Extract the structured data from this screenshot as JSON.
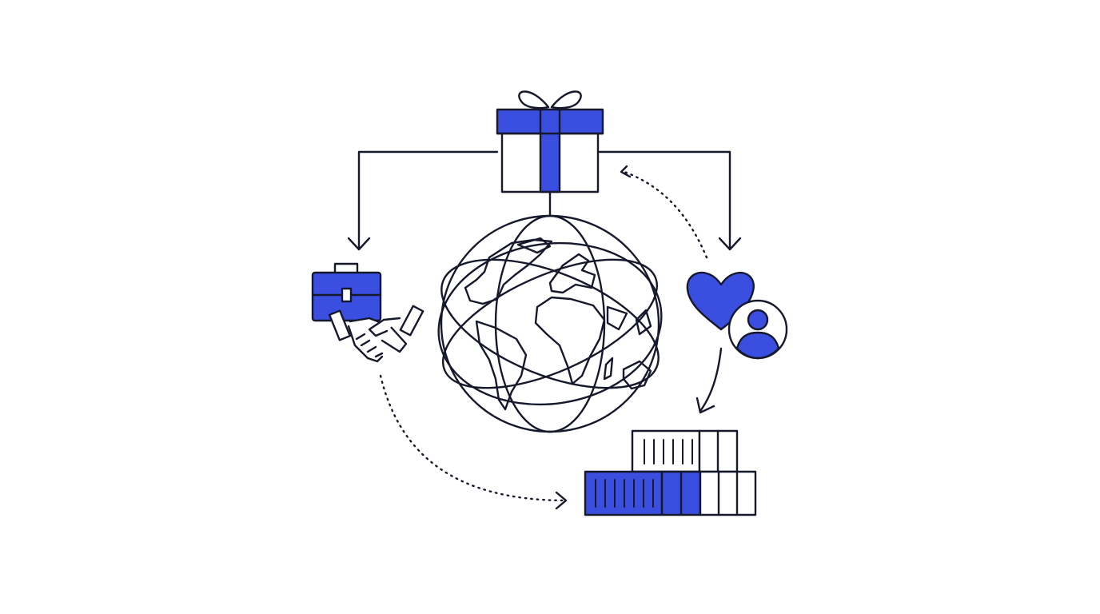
{
  "colors": {
    "ink": "#15192b",
    "accent": "#3a4ee0",
    "background": "#ffffff"
  },
  "diagram": {
    "nodes": [
      {
        "id": "gift",
        "icon": "gift-box-icon"
      },
      {
        "id": "business",
        "icon": "briefcase-icon"
      },
      {
        "id": "partnership",
        "icon": "handshake-icon"
      },
      {
        "id": "globe",
        "icon": "globe-icon"
      },
      {
        "id": "care",
        "icon": "heart-icon"
      },
      {
        "id": "person",
        "icon": "person-avatar-icon"
      },
      {
        "id": "shipping",
        "icon": "shipping-containers-icon"
      }
    ],
    "connectors": [
      {
        "from": "gift",
        "to": "business",
        "style": "solid"
      },
      {
        "from": "gift",
        "to": "care",
        "style": "solid"
      },
      {
        "from": "gift",
        "to": "globe",
        "style": "solid"
      },
      {
        "from": "care",
        "to": "gift",
        "style": "dotted"
      },
      {
        "from": "care",
        "to": "shipping",
        "style": "solid"
      },
      {
        "from": "partnership",
        "to": "shipping",
        "style": "dotted"
      }
    ]
  }
}
